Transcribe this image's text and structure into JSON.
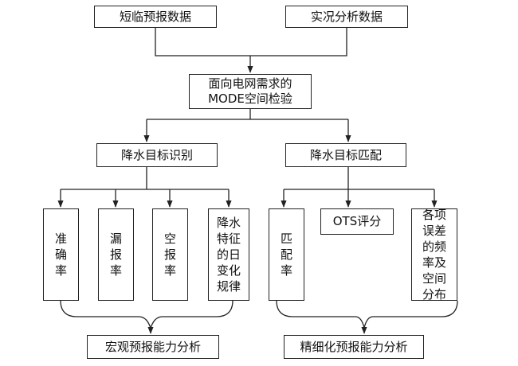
{
  "nodes": {
    "short_forecast": "短临预报数据",
    "observed": "实况分析数据",
    "mode_check": "面向电网需求的MODE空间检验",
    "target_identify": "降水目标识别",
    "target_match": "降水目标匹配",
    "accuracy": "准确率",
    "miss_rate": "漏报率",
    "false_rate": "空报率",
    "diurnal": "降水特征的日变化规律",
    "match_rate": "匹配率",
    "ots": "OTS评分",
    "error_freq": "各项误差的频率及空间分布",
    "macro": "宏观预报能力分析",
    "fine": "精细化预报能力分析"
  }
}
